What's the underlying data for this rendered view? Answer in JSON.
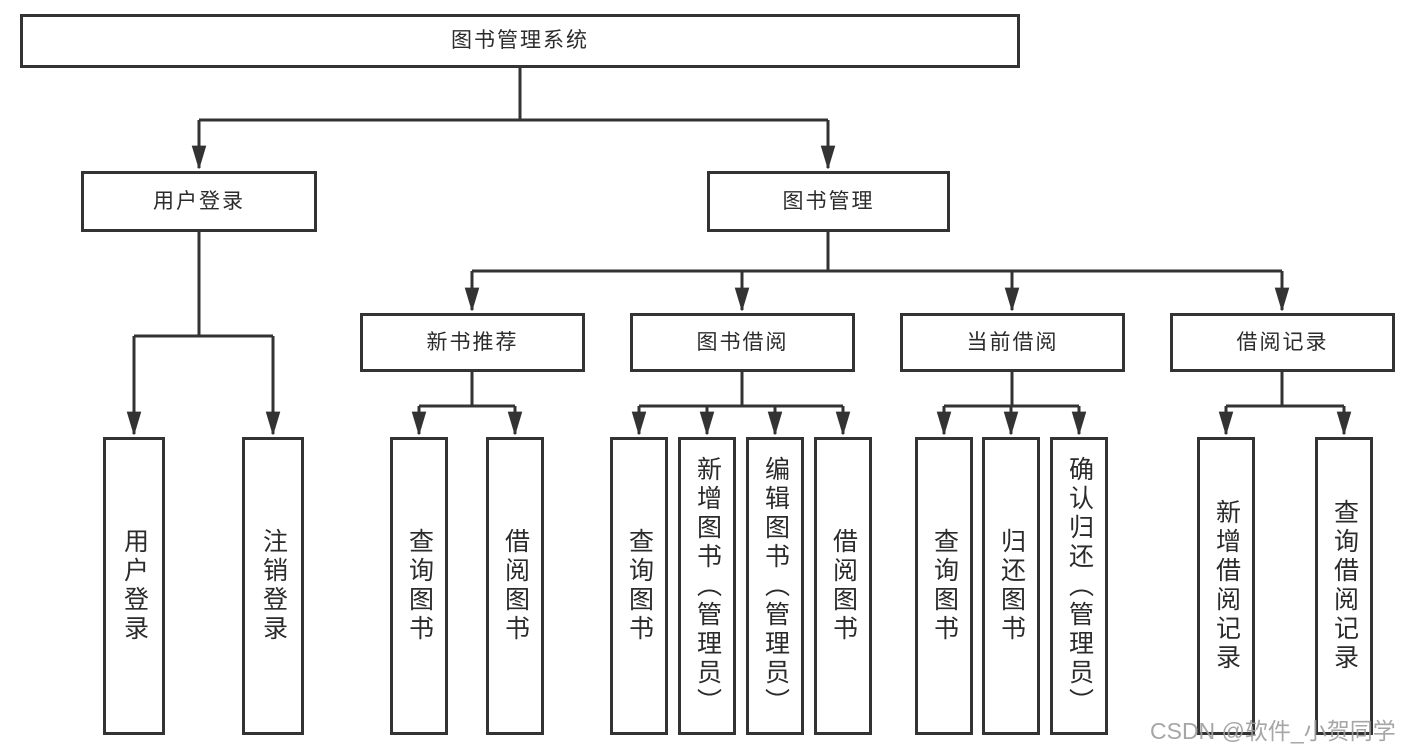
{
  "diagram": {
    "title": "图书管理系统",
    "children": [
      {
        "label": "用户登录",
        "children": [
          {
            "label": "用户登录"
          },
          {
            "label": "注销登录"
          }
        ]
      },
      {
        "label": "图书管理",
        "children": [
          {
            "label": "新书推荐",
            "children": [
              {
                "label": "查询图书"
              },
              {
                "label": "借阅图书"
              }
            ]
          },
          {
            "label": "图书借阅",
            "children": [
              {
                "label": "查询图书"
              },
              {
                "label": "新增图书（管理员）"
              },
              {
                "label": "编辑图书（管理员）"
              },
              {
                "label": "借阅图书"
              }
            ]
          },
          {
            "label": "当前借阅",
            "children": [
              {
                "label": "查询图书"
              },
              {
                "label": "归还图书"
              },
              {
                "label": "确认归还（管理员）"
              }
            ]
          },
          {
            "label": "借阅记录",
            "children": [
              {
                "label": "新增借阅记录"
              },
              {
                "label": "查询借阅记录"
              }
            ]
          }
        ]
      }
    ]
  },
  "watermark": "CSDN @软件_小贺同学",
  "colors": {
    "line": "#333333",
    "box_border": "#333333",
    "text": "#2b2b2b",
    "background": "#ffffff",
    "watermark": "#9e9e9e"
  }
}
